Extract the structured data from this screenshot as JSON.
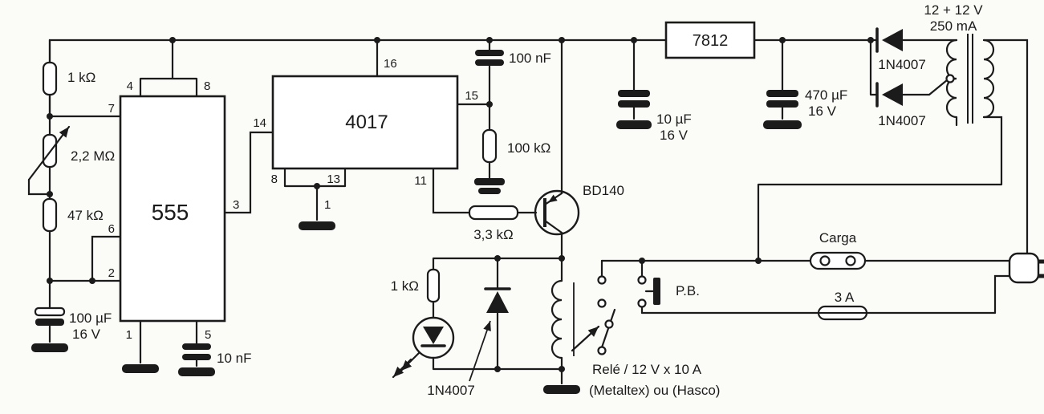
{
  "schematic": {
    "ics": {
      "timer": "555",
      "counter": "4017",
      "regulator": "7812"
    },
    "pins": {
      "t555": {
        "p1": "1",
        "p2": "2",
        "p3": "3",
        "p4": "4",
        "p5": "5",
        "p6": "6",
        "p7": "7",
        "p8": "8"
      },
      "c4017": {
        "p1": "1",
        "p8": "8",
        "p11": "11",
        "p13": "13",
        "p14": "14",
        "p15": "15",
        "p16": "16"
      }
    },
    "labels": {
      "r1": "1 kΩ",
      "pot": "2,2 MΩ",
      "r2": "47 kΩ",
      "c1_value": "100 µF",
      "c1_voltage": "16 V",
      "c2": "10 nF",
      "c3": "100 nF",
      "r3": "100 kΩ",
      "r4": "3,3 kΩ",
      "q1": "BD140",
      "r5": "1 kΩ",
      "d3": "1N4007",
      "c4_value": "10 µF",
      "c4_voltage": "16 V",
      "c5_value": "470 µF",
      "c5_voltage": "16 V",
      "d1": "1N4007",
      "d2": "1N4007",
      "transformer_voltage": "12 + 12 V",
      "transformer_current": "250 mA",
      "load": "Carga",
      "pushbutton": "P.B.",
      "fuse": "3 A",
      "relay_line1": "Relé / 12 V x 10 A",
      "relay_line2": "(Metaltex) ou (Hasco)"
    }
  }
}
